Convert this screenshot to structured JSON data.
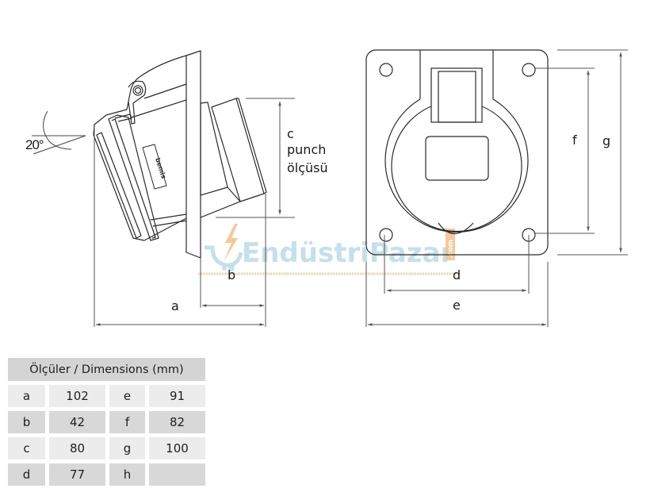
{
  "diagram": {
    "angle_label": "20°",
    "brand_label": "bemis",
    "side_view_labels": {
      "c": "c",
      "c_line2": "punch",
      "c_line3": "ölçüsü",
      "a": "a",
      "b": "b"
    },
    "front_view_labels": {
      "d": "d",
      "e": "e",
      "f": "f",
      "g": "g"
    },
    "watermark": {
      "text": "EndüstriPazar",
      "suffix": ".com",
      "text_color": "#b9dbe8",
      "accent_color": "#f5c08a"
    },
    "line_color": "#2a2a2a",
    "dim_line_color": "#555555"
  },
  "table": {
    "title": "Ölçüler / Dimensions (mm)",
    "header_bg": "#d4d4d4",
    "rows": [
      {
        "k1": "a",
        "v1": "102",
        "k2": "e",
        "v2": "91"
      },
      {
        "k1": "b",
        "v1": "42",
        "k2": "f",
        "v2": "82"
      },
      {
        "k1": "c",
        "v1": "80",
        "k2": "g",
        "v2": "100"
      },
      {
        "k1": "d",
        "v1": "77",
        "k2": "h",
        "v2": ""
      }
    ]
  }
}
